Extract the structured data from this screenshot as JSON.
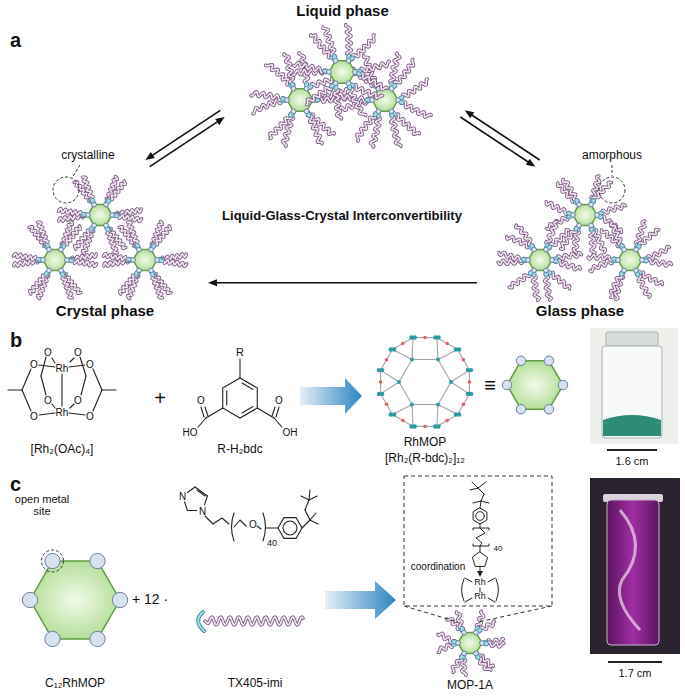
{
  "diagram": {
    "nodes": [
      {
        "text": [
          "Liquid phase"
        ]
      },
      {
        "text": [
          "Crystal phase"
        ]
      },
      {
        "text": [
          "Glass phase"
        ]
      }
    ],
    "edges": [
      {
        "from": 0,
        "to": 1,
        "arrow": "both"
      },
      {
        "from": 0,
        "to": 2,
        "arrow": "both"
      },
      {
        "from": 2,
        "to": 1,
        "arrow": "to"
      }
    ],
    "labels": [
      "a",
      "crystalline",
      "amorphous",
      "Liquid-Glass-Crystal Interconvertibility",
      "b",
      "Rh",
      "Rh",
      "O",
      "O",
      "O",
      "O",
      "O",
      "O",
      "O",
      "O",
      "[Rh₂(OAc)₄]",
      "+",
      "R",
      "O",
      "HO",
      "O",
      "OH",
      "R-H₂bdc",
      "RhMOP",
      "[Rh₂(R-bdc)₂]₁₂",
      "≡",
      "1.6 cm",
      "c",
      "open metal site",
      "C₁₂RhMOP",
      "+ 12 ·",
      "N",
      "N",
      "40",
      "O",
      "TX405-imi",
      "40",
      "coordination",
      "Rh",
      "Rh",
      "MOP-1A",
      "1.7 cm"
    ]
  }
}
